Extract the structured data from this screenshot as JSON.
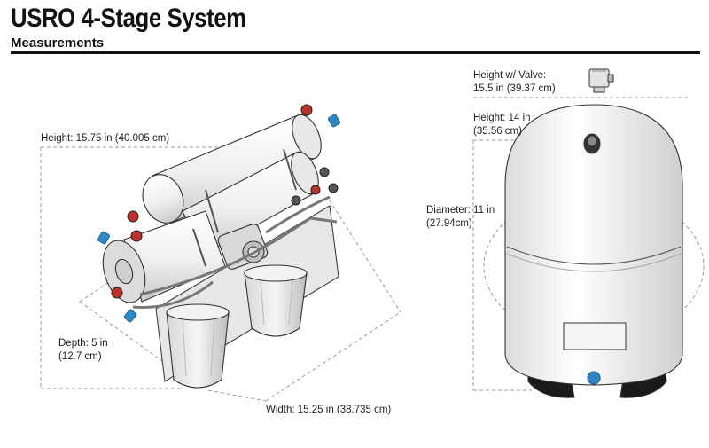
{
  "header": {
    "title": "USRO 4-Stage System",
    "subtitle": "Measurements"
  },
  "system": {
    "height": "Height: 15.75 in (40.005 cm)",
    "depth": [
      "Depth: 5 in",
      "(12.7 cm)"
    ],
    "width": "Width: 15.25 in (38.735 cm)"
  },
  "tank": {
    "height_with_valve": [
      "Height w/ Valve:",
      "15.5 in (39.37 cm)"
    ],
    "height": [
      "Height: 14 in",
      "(35.56 cm)"
    ],
    "diameter": [
      "Diameter: 11 in",
      "(27.94cm)"
    ]
  },
  "colors": {
    "fitting_blue": "#2f86c6",
    "fitting_red": "#c0302a",
    "outline": "#333333",
    "dash": "#9a9a9a"
  }
}
